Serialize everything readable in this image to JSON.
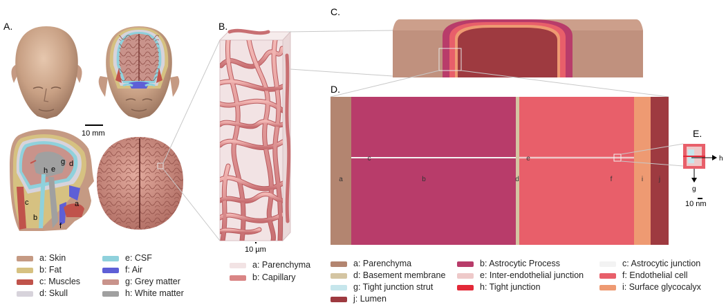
{
  "panels": {
    "A": "A.",
    "B": "B.",
    "C": "C.",
    "D": "D.",
    "E": "E."
  },
  "scale_bars": {
    "head": "10 mm",
    "capillary": "10 µm",
    "junction": "10 nm"
  },
  "head_letters": [
    "a",
    "b",
    "c",
    "d",
    "e",
    "f",
    "g",
    "h"
  ],
  "layer_letters": {
    "a": "a",
    "b": "b",
    "c1": "c",
    "d": "d",
    "e": "e",
    "f": "f",
    "i": "i",
    "j": "j"
  },
  "junction_arrows": {
    "h": "h",
    "g": "g"
  },
  "legend_head": [
    {
      "label": "a: Skin",
      "color": "#c59a83"
    },
    {
      "label": "b: Fat",
      "color": "#d6c181"
    },
    {
      "label": "c: Muscles",
      "color": "#c0534b"
    },
    {
      "label": "d: Skull",
      "color": "#d7d3db"
    },
    {
      "label": "e: CSF",
      "color": "#8fd1dc"
    },
    {
      "label": "f: Air",
      "color": "#5e5fd6"
    },
    {
      "label": "g: Grey matter",
      "color": "#c9938b"
    },
    {
      "label": "h: White matter",
      "color": "#a0a0a0"
    }
  ],
  "legend_capillary": [
    {
      "label": "a: Parenchyma",
      "color": "#f2e3e4"
    },
    {
      "label": "b: Capillary",
      "color": "#d98585"
    }
  ],
  "legend_layers": [
    {
      "label": "a: Parenchyma",
      "color": "#b38570"
    },
    {
      "label": "d: Basement membrane",
      "color": "#d4c5a2"
    },
    {
      "label": "g: Tight junction strut",
      "color": "#c6e6ec"
    },
    {
      "label": "j: Lumen",
      "color": "#9e3a40"
    },
    {
      "label": "b: Astrocytic Process",
      "color": "#b83c6a"
    },
    {
      "label": "e: Inter-endothelial junction",
      "color": "#eec9c9"
    },
    {
      "label": "h: Tight junction",
      "color": "#e32938"
    },
    {
      "label": "c: Astrocytic junction",
      "color": "#f3f3f3"
    },
    {
      "label": "f: Endothelial cell",
      "color": "#e85f6a"
    },
    {
      "label": "i: Surface glycocalyx",
      "color": "#ee9a72"
    }
  ]
}
